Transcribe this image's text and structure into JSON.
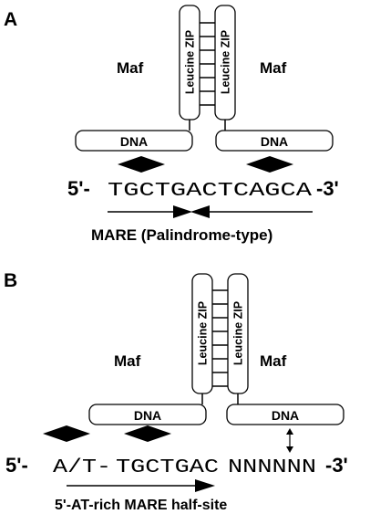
{
  "panel_a": {
    "label": "A",
    "maf_left": "Maf",
    "maf_right": "Maf",
    "zip_left": "Leucine ZIP",
    "zip_right": "Leucine ZIP",
    "dna_left": "DNA",
    "dna_right": "DNA",
    "five_prime": "5'-",
    "sequence": "TGCTGACTCAGCA",
    "three_prime": "-3'",
    "caption": "MARE (Palindrome-type)"
  },
  "panel_b": {
    "label": "B",
    "maf_left": "Maf",
    "maf_right": "Maf",
    "zip_left": "Leucine ZIP",
    "zip_right": "Leucine ZIP",
    "dna_left": "DNA",
    "dna_right": "DNA",
    "five_prime": "5'-",
    "sequence_prefix": "A/T-",
    "sequence_core": "TGCTGAC",
    "sequence_n": "NNNNNN",
    "three_prime": "-3'",
    "caption": "5'-AT-rich MARE half-site"
  },
  "colors": {
    "ink": "#000000",
    "background": "#ffffff"
  }
}
